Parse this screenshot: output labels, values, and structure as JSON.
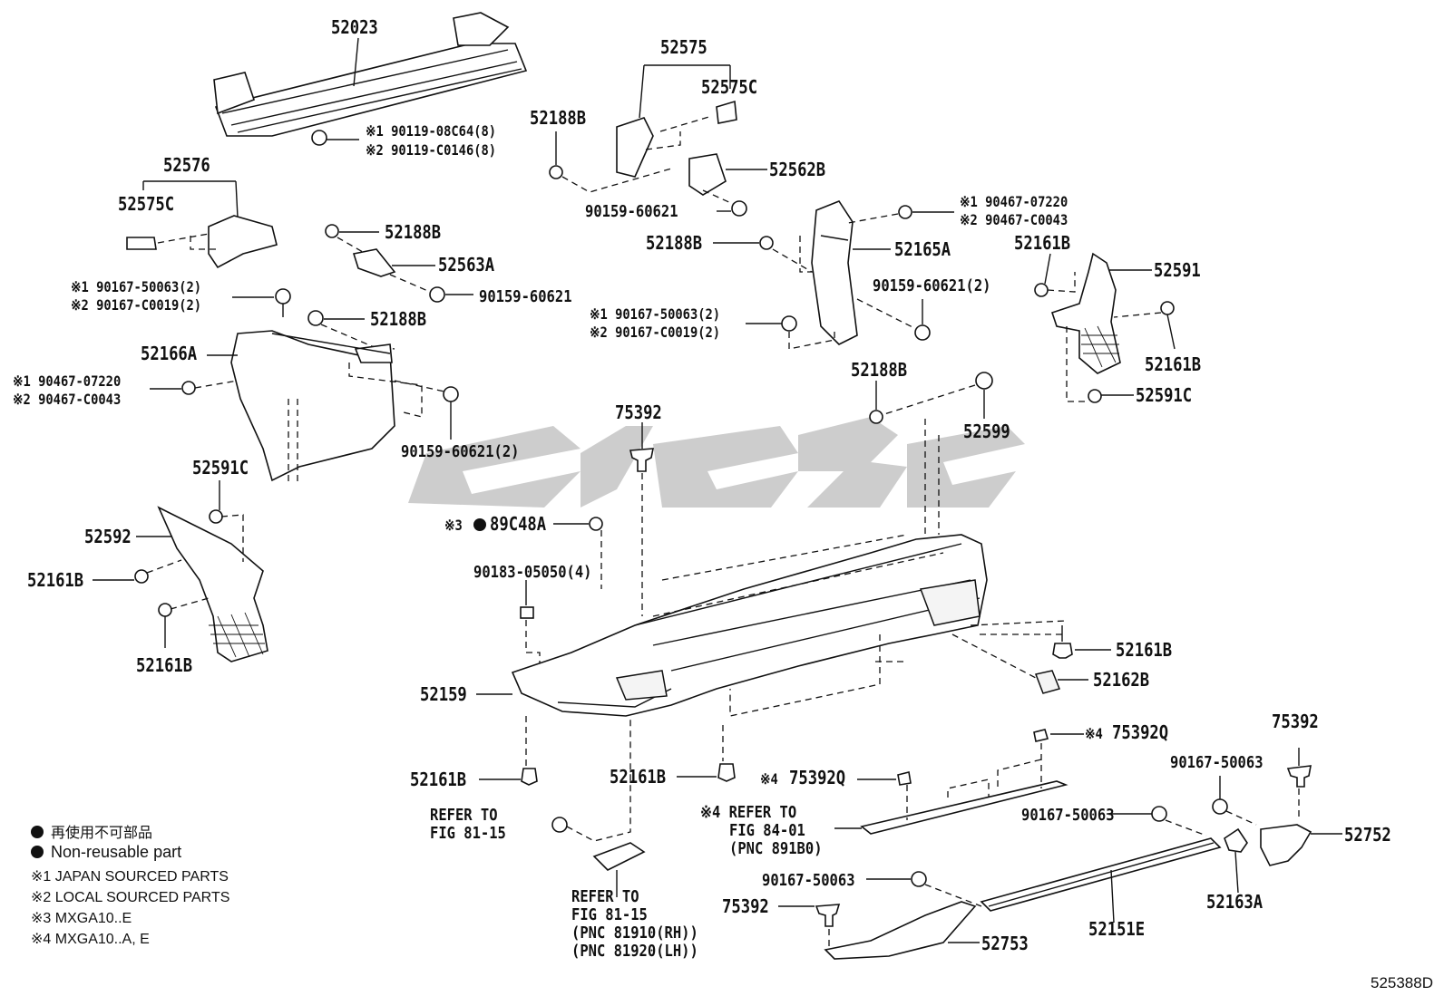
{
  "parts": {
    "p52023": "52023",
    "p52575": "52575",
    "p52575C_top": "52575C",
    "p52188B_top": "52188B",
    "p52562B": "52562B",
    "p90159_60621_top": "90159-60621",
    "p52576": "52576",
    "p52575C_left": "52575C",
    "p52188B_mid": "52188B",
    "p52563A": "52563A",
    "p90159_60621_mid": "90159-60621",
    "p52188B_left": "52188B",
    "p52166A": "52166A",
    "p90159_60621_2_left": "90159-60621(2)",
    "p52591C_left": "52591C",
    "p52592": "52592",
    "p52161B_left_a": "52161B",
    "p52161B_left_b": "52161B",
    "p52188B_right": "52188B",
    "p52165A": "52165A",
    "p90159_60621_2_right": "90159-60621(2)",
    "p52188B_center": "52188B",
    "p52599": "52599",
    "p52161B_fr_a": "52161B",
    "p52591": "52591",
    "p52161B_fr_b": "52161B",
    "p52591C_right": "52591C",
    "p75392_mid": "75392",
    "p89C48A": "89C48A",
    "p90183_05050": "90183-05050(4)",
    "p52159": "52159",
    "p52161B_bumper_r": "52161B",
    "p52162B": "52162B",
    "p52161B_bottom_l": "52161B",
    "p52161B_bottom_m": "52161B",
    "p75392Q_a": "75392Q",
    "p75392Q_b": "75392Q",
    "p75392_right": "75392",
    "p90167_50063_a": "90167-50063",
    "p90167_50063_b": "90167-50063",
    "p52752": "52752",
    "p52163A": "52163A",
    "p90167_50063_c": "90167-50063",
    "p75392_bottom": "75392",
    "p52753": "52753",
    "p52151E": "52151E"
  },
  "alt_parts": {
    "bolt_top_1": "※1 90119-08C64(8)",
    "bolt_top_2": "※2 90119-C0146(8)",
    "clip_tr_1": "※1 90467-07220",
    "clip_tr_2": "※2 90467-C0043",
    "screw_l_1": "※1 90167-50063(2)",
    "screw_l_2": "※2 90167-C0019(2)",
    "clip_l_1": "※1 90467-07220",
    "clip_l_2": "※2 90467-C0043",
    "screw_m_1": "※1 90167-50063(2)",
    "screw_m_2": "※2 90167-C0019(2)",
    "note3_prefix": "※3"
  },
  "refs": {
    "refer_left_1": "REFER TO",
    "refer_left_2": "FIG 81-15",
    "refer_mid_1": "REFER TO",
    "refer_mid_2": "FIG 81-15",
    "refer_mid_3": "(PNC 81910(RH))",
    "refer_mid_4": "(PNC 81920(LH))",
    "refer_right_1": "※4 REFER TO",
    "refer_right_2": "FIG 84-01",
    "refer_right_3": "(PNC 891B0)",
    "note4_a": "※4",
    "note4_b": "※4"
  },
  "legend": {
    "line1": "再使用不可部品",
    "line2": "Non-reusable part",
    "line3": "※1 JAPAN SOURCED PARTS",
    "line4": "※2 LOCAL SOURCED PARTS",
    "line5": "※3 MXGA10..E",
    "line6": "※4 MXGA10..A, E"
  },
  "diagram_code": "525388D"
}
